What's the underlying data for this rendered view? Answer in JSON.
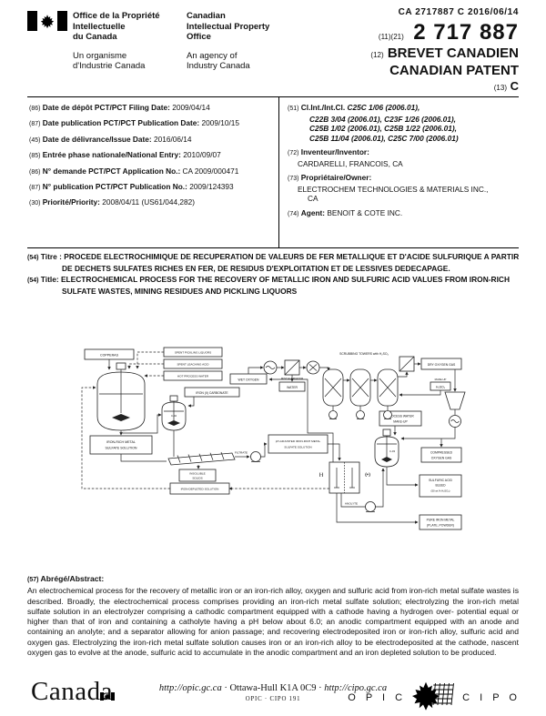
{
  "header": {
    "office_fr": [
      "Office de la Propriété",
      "Intellectuelle",
      "du Canada"
    ],
    "office_fr_sub": [
      "Un organisme",
      "d'Industrie Canada"
    ],
    "office_en": [
      "Canadian",
      "Intellectual Property",
      "Office"
    ],
    "office_en_sub": [
      "An agency of",
      "Industry Canada"
    ],
    "doc_ref": "CA 2717887 C 2016/06/14",
    "number_codes": "(11)(21)",
    "number": "2 717 887",
    "kind_code": "(12)",
    "kind_fr": "BREVET CANADIEN",
    "kind_en": "CANADIAN PATENT",
    "type_code": "(13)",
    "type": "C"
  },
  "biblio_left": [
    {
      "code": "(86)",
      "label": "Date de dépôt PCT/PCT Filing Date:",
      "value": "2009/04/14"
    },
    {
      "code": "(87)",
      "label": "Date publication PCT/PCT Publication Date:",
      "value": "2009/10/15"
    },
    {
      "code": "(45)",
      "label": "Date de délivrance/Issue Date:",
      "value": "2016/06/14"
    },
    {
      "code": "(85)",
      "label": "Entrée phase nationale/National Entry:",
      "value": "2010/09/07"
    },
    {
      "code": "(86)",
      "label": "N° demande PCT/PCT Application No.:",
      "value": "CA 2009/000471"
    },
    {
      "code": "(87)",
      "label": "N° publication PCT/PCT Publication No.:",
      "value": "2009/124393"
    },
    {
      "code": "(30)",
      "label": "Priorité/Priority:",
      "value": "2008/04/11 (US61/044,282)"
    }
  ],
  "biblio_right": {
    "intcl": {
      "code": "(51)",
      "label": "Cl.Int./Int.Cl.",
      "first": "C25C 1/06 (2006.01),",
      "lines": [
        "C22B 3/04 (2006.01), C23F 1/26 (2006.01),",
        "C25B 1/02 (2006.01), C25B 1/22 (2006.01),",
        "C25B 11/04 (2006.01), C25C 7/00 (2006.01)"
      ]
    },
    "inventor": {
      "code": "(72)",
      "label": "Inventeur/Inventor:",
      "value": "CARDARELLI, FRANCOIS, CA"
    },
    "owner": {
      "code": "(73)",
      "label": "Propriétaire/Owner:",
      "value_line1": "ELECTROCHEM TECHNOLOGIES & MATERIALS INC.,",
      "value_line2": "CA"
    },
    "agent": {
      "code": "(74)",
      "label": "Agent:",
      "value": "BENOIT & COTE INC."
    }
  },
  "titles": {
    "fr": {
      "code": "(54)",
      "label": "Titre :",
      "text": "PROCEDE ELECTROCHIMIQUE DE RECUPERATION DE VALEURS DE FER METALLIQUE ET D'ACIDE SULFURIQUE A PARTIR DE DECHETS SULFATES RICHES EN FER, DE RESIDUS D'EXPLOITATION ET DE LESSIVES DEDECAPAGE."
    },
    "en": {
      "code": "(54)",
      "label": "Title:",
      "text": "ELECTROCHEMICAL PROCESS FOR THE RECOVERY OF METALLIC IRON AND SULFURIC ACID VALUES FROM IRON-RICH SULFATE WASTES, MINING RESIDUES AND PICKLING LIQUORS"
    }
  },
  "diagram": {
    "labels": {
      "copperas": "COPPERAS",
      "spent_pickling": "SPENT PICKLING LIQUORS",
      "spent_leaching": "SPENT LEACHING ACID",
      "hot_water": "HOT PROCESS WATER",
      "iron_rich_l1": "IRON-RICH METAL",
      "iron_rich_l2": "SULFATE SOLUTION",
      "iron_carbonate": "IRON (II) CARBONATE",
      "tank_tag": "C-02",
      "mixer_tag": "C-03",
      "wet_oxygen": "WET OXYGEN",
      "mist": "MIST ELIMINATOR",
      "water": "WATER",
      "scrubbers": "SCRUBBING TOWERS with H₂SO₄",
      "makeup": "MAKE-UP",
      "h2so4": "H₂SO₄",
      "dry_oxygen": "DRY OXYGEN GAS",
      "pw_l1": "PROCESS WATER",
      "pw_l2": "MAKE-UP",
      "co_l1": "COMPRESSED",
      "co_l2": "OXYGEN GAS",
      "sab_l1": "SULFURIC ACID",
      "sab_l2": "BLEED",
      "sab_l3": "(50 wt.% H₂SO₄)",
      "pim_l1": "PURE IRON METAL",
      "pim_l2": "(PLATE, POWDER)",
      "ph_l1": "pH-ADJUSTED IRON-RICH METAL",
      "ph_l2": "SULFATE SOLUTION",
      "ins_l1": "INSOLUBLE",
      "ins_l2": "SOLIDS",
      "iron_depleted": "IRON-DEPLETED SOLUTION",
      "filtrate": "FILTRATE",
      "anolyte": "ANOLYTE",
      "minus": "(-)",
      "plus": "(+)"
    }
  },
  "abstract": {
    "code": "(57)",
    "label": "Abrégé/Abstract:",
    "text": "An electrochemical process for the recovery of metallic iron or an iron-rich alloy, oxygen and sulfuric acid from iron-rich metal sulfate wastes is described. Broadly, the electrochemical process comprises providing an iron-rich metal sulfate solution; electrolyzing the iron-rich metal sulfate solution in an electrolyzer comprising a cathodic compartment equipped with a cathode having a hydrogen over- potential equal or higher than that of iron and containing a catholyte having a pH below about 6.0; an anodic compartment equipped with an anode and containing an anolyte; and a separator allowing for anion passage; and recovering electrodeposited iron or iron-rich alloy, sulfuric acid and oxygen gas. Electrolyzing the iron-rich metal sulfate solution causes iron or an iron-rich alloy to be electrodeposited at the cathode, nascent oxygen gas to evolve at the anode, sulfuric acid to accumulate in the anodic compartment and an iron depleted solution to be produced."
  },
  "footer": {
    "wordmark": "Canada",
    "url_left": "http://opic.gc.ca",
    "address": "Ottawa-Hull K1A 0C9",
    "url_right": "http://cipo.gc.ca",
    "code_line": "OPIC · CIPO 191",
    "opic": "O P I C",
    "cipo": "C I P O"
  }
}
